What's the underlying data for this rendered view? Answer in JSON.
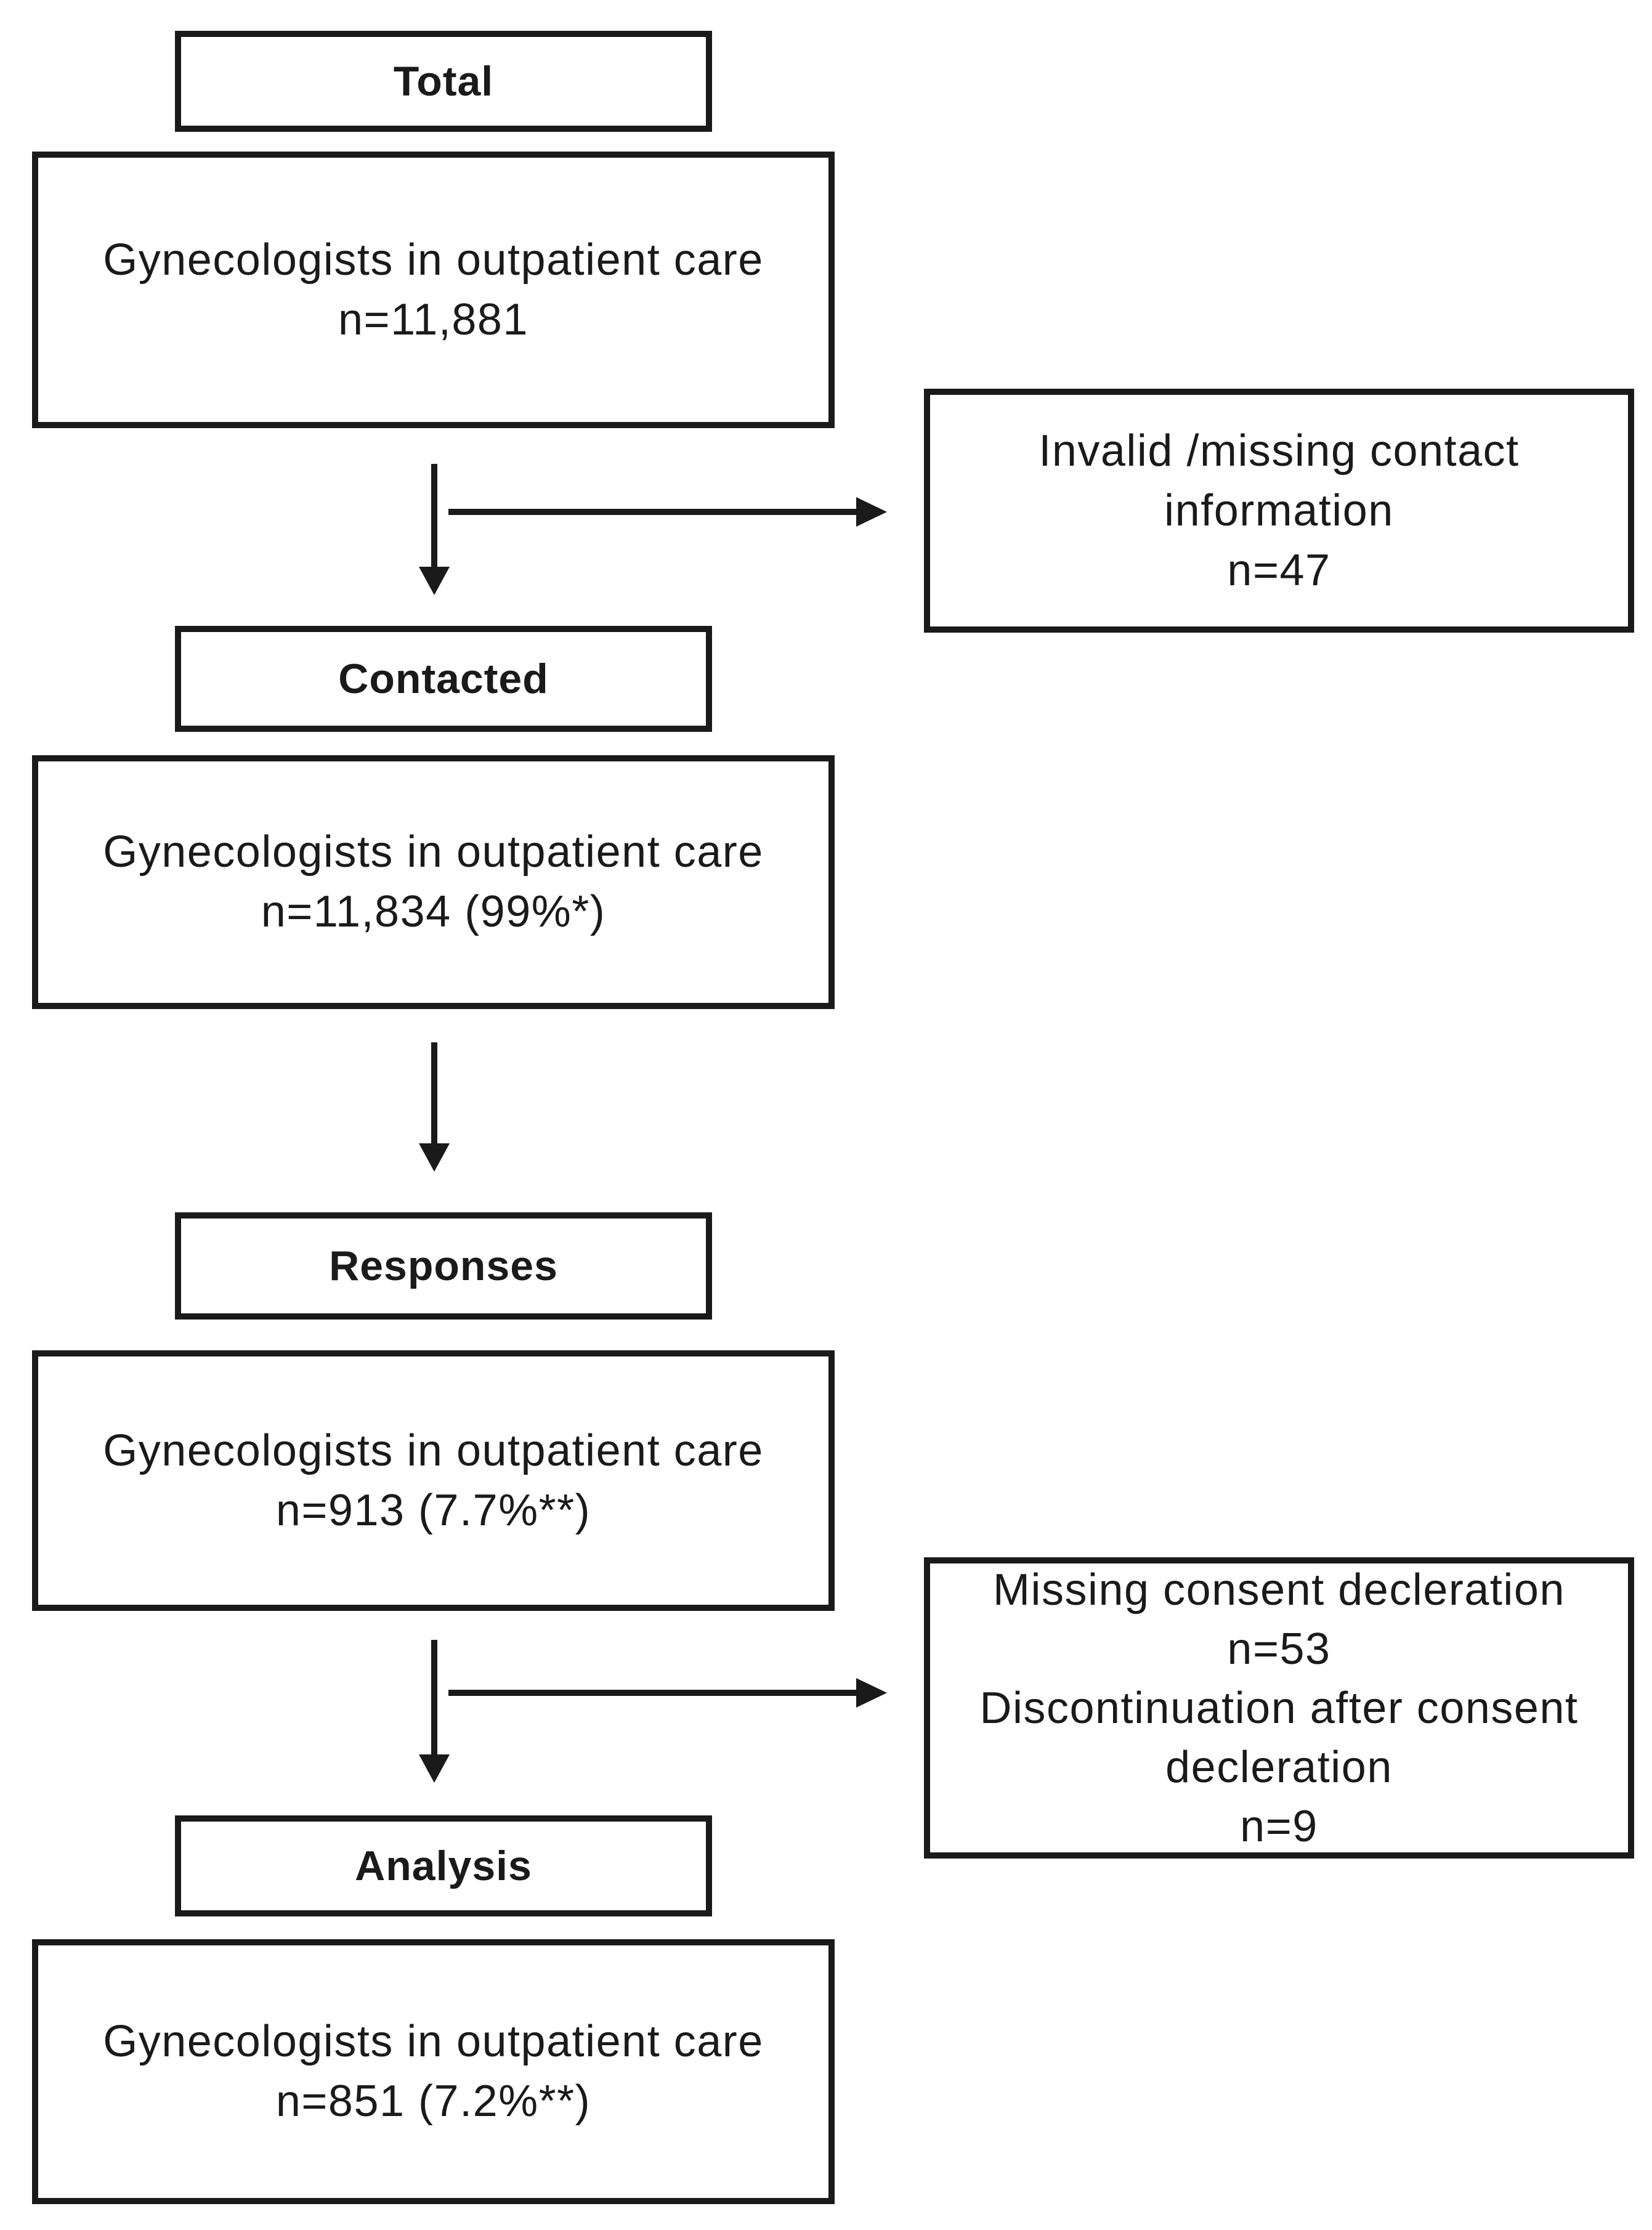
{
  "figure": {
    "type": "flow-diagram",
    "colors": {
      "background": "#ffffff",
      "line": "#1a1a1a",
      "text": "#1a1a1a"
    },
    "stages": [
      {
        "header": "Total",
        "lines": [
          "Gynecologists in outpatient care",
          "n=11,881"
        ]
      },
      {
        "header": "Contacted",
        "lines": [
          "Gynecologists in outpatient care",
          "n=11,834 (99%*)"
        ]
      },
      {
        "header": "Responses",
        "lines": [
          "Gynecologists in outpatient care",
          "n=913 (7.7%**)"
        ]
      },
      {
        "header": "Analysis",
        "lines": [
          "Gynecologists in outpatient care",
          "n=851 (7.2%**)"
        ]
      }
    ],
    "exclusions": [
      {
        "lines": [
          "Invalid /missing contact",
          "information",
          "n=47"
        ]
      },
      {
        "lines": [
          "Missing consent decleration",
          "n=53",
          "Discontinuation after consent",
          "decleration",
          "n=9"
        ]
      }
    ]
  }
}
